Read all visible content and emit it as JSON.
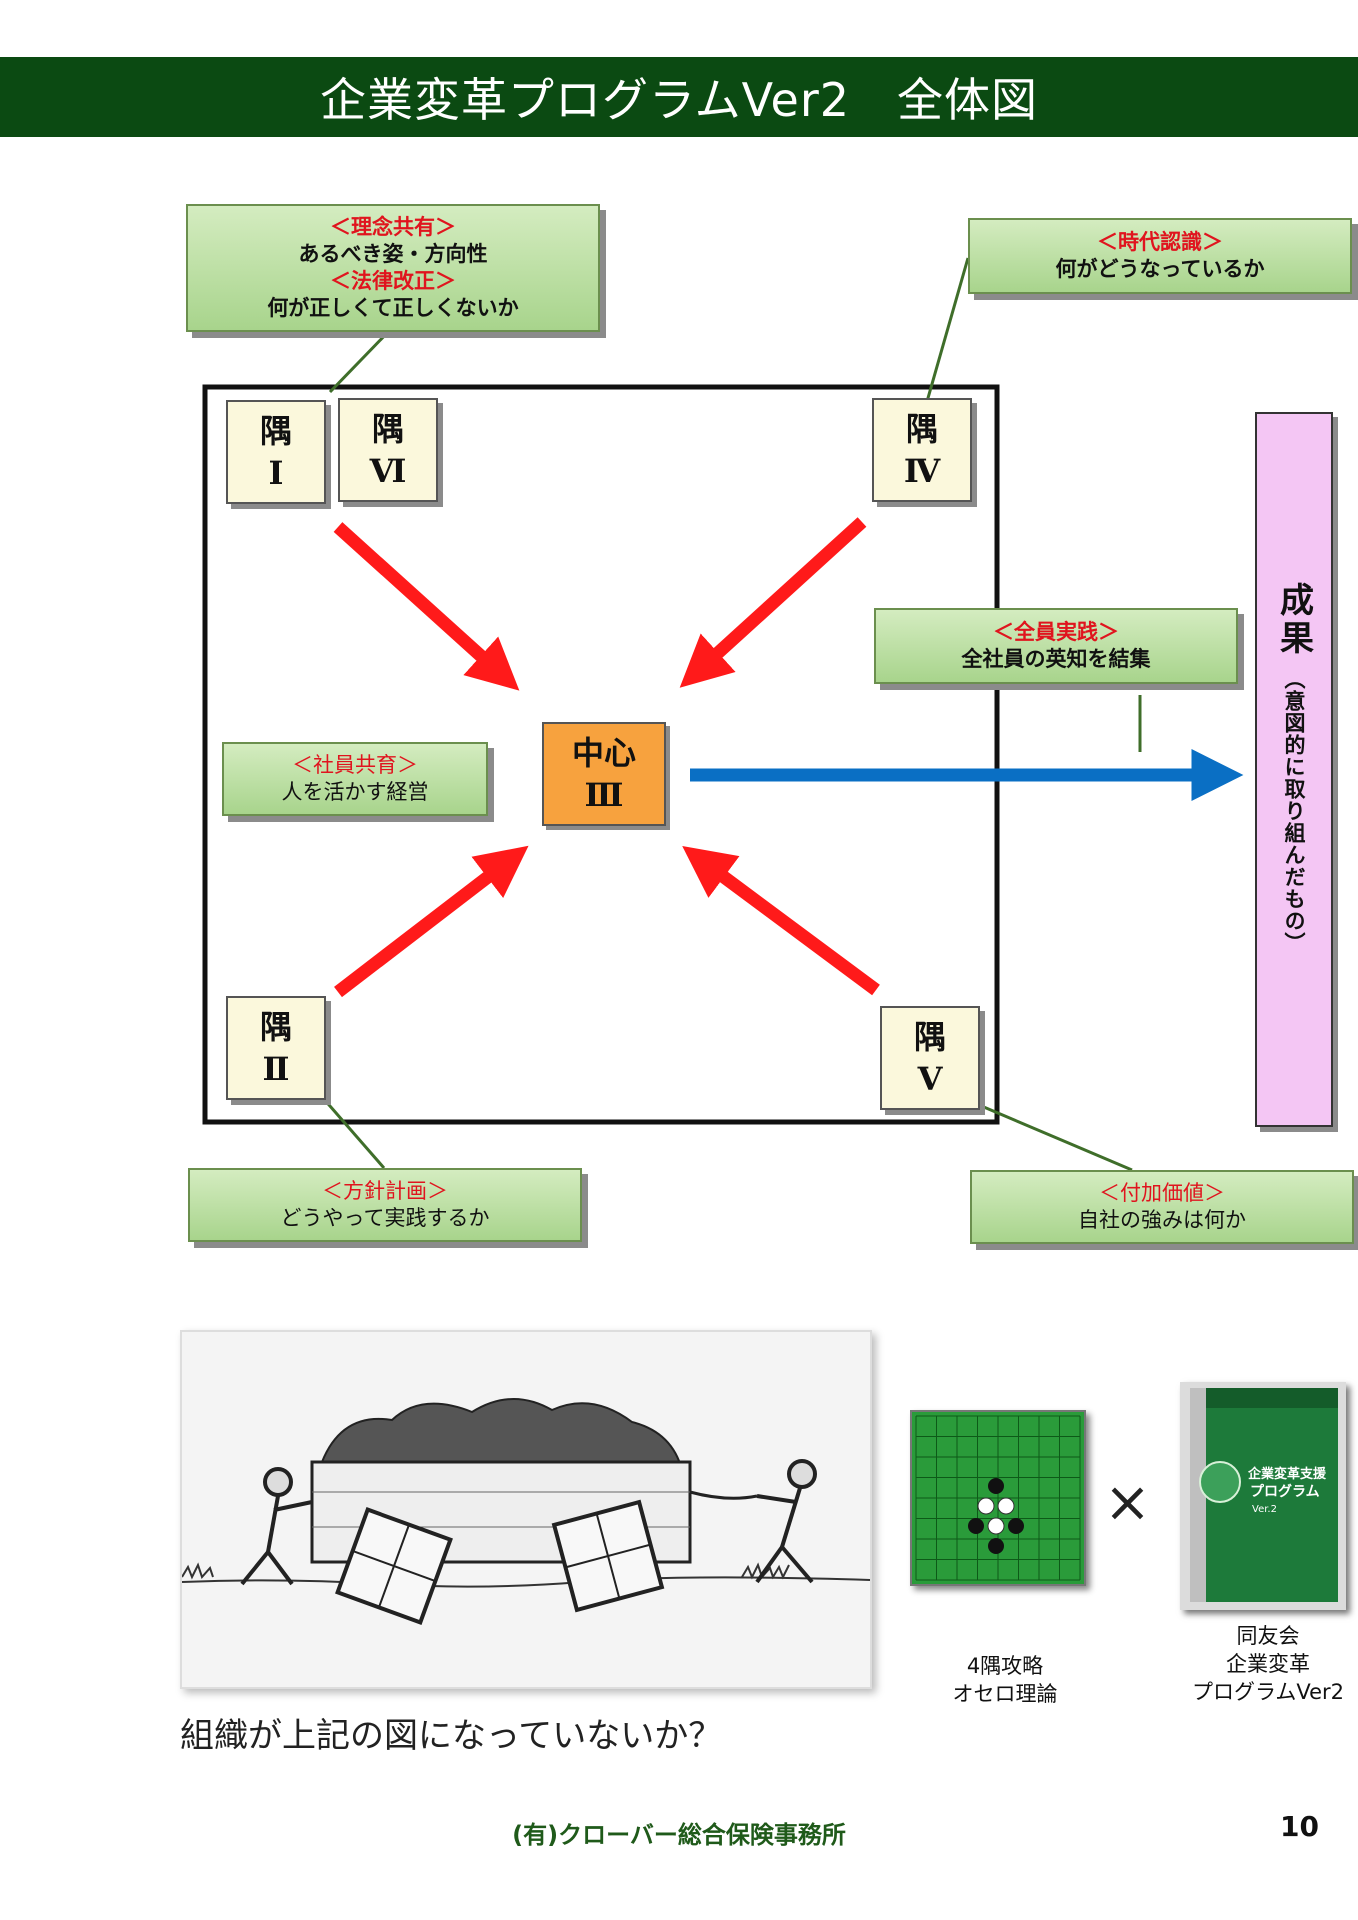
{
  "title": "企業変革プログラムVer2　全体図",
  "notes": {
    "rinen": {
      "h1": "＜理念共有＞",
      "t1": "あるべき姿・方向性",
      "h2": "＜法律改正＞",
      "t2": "何が正しくて正しくないか"
    },
    "jidai": {
      "h": "＜時代認識＞",
      "t": "何がどうなっているか"
    },
    "zenin": {
      "h": "＜全員実践＞",
      "t": "全社員の英知を結集"
    },
    "shain": {
      "h": "＜社員共育＞",
      "t": "人を活かす経営"
    },
    "hoshin": {
      "h": "＜方針計画＞",
      "t": "どうやって実践するか"
    },
    "fuka": {
      "h": "＜付加価値＞",
      "t": "自社の強みは何か"
    }
  },
  "corners": {
    "c1": {
      "k": "隅",
      "n": "Ⅰ"
    },
    "c6": {
      "k": "隅",
      "n": "Ⅵ"
    },
    "c4": {
      "k": "隅",
      "n": "Ⅳ"
    },
    "c2": {
      "k": "隅",
      "n": "Ⅱ"
    },
    "c5": {
      "k": "隅",
      "n": "Ⅴ"
    }
  },
  "center": {
    "k": "中心",
    "n": "Ⅲ"
  },
  "result": {
    "big": "成果",
    "small": "（意図的に取り組んだもの）"
  },
  "question": "組織が上記の図になっていないか？",
  "captions": {
    "othello": [
      "4隅攻略",
      "オセロ理論"
    ],
    "book": [
      "同友会",
      "企業変革",
      "プログラムVer2"
    ]
  },
  "book_cover": {
    "title1": "企業変革支援",
    "title2": "プログラム",
    "ver": "Ver.2"
  },
  "footer": "(有)クローバー総合保険事務所",
  "page_number": "10",
  "colors": {
    "title_bar": "#0b4a12",
    "arrow_red": "#ff1a1a",
    "arrow_blue": "#0a6fc4",
    "note_heading": "#e0141e",
    "result_bg": "#f4c6f4",
    "center_bg": "#f7a23e"
  }
}
